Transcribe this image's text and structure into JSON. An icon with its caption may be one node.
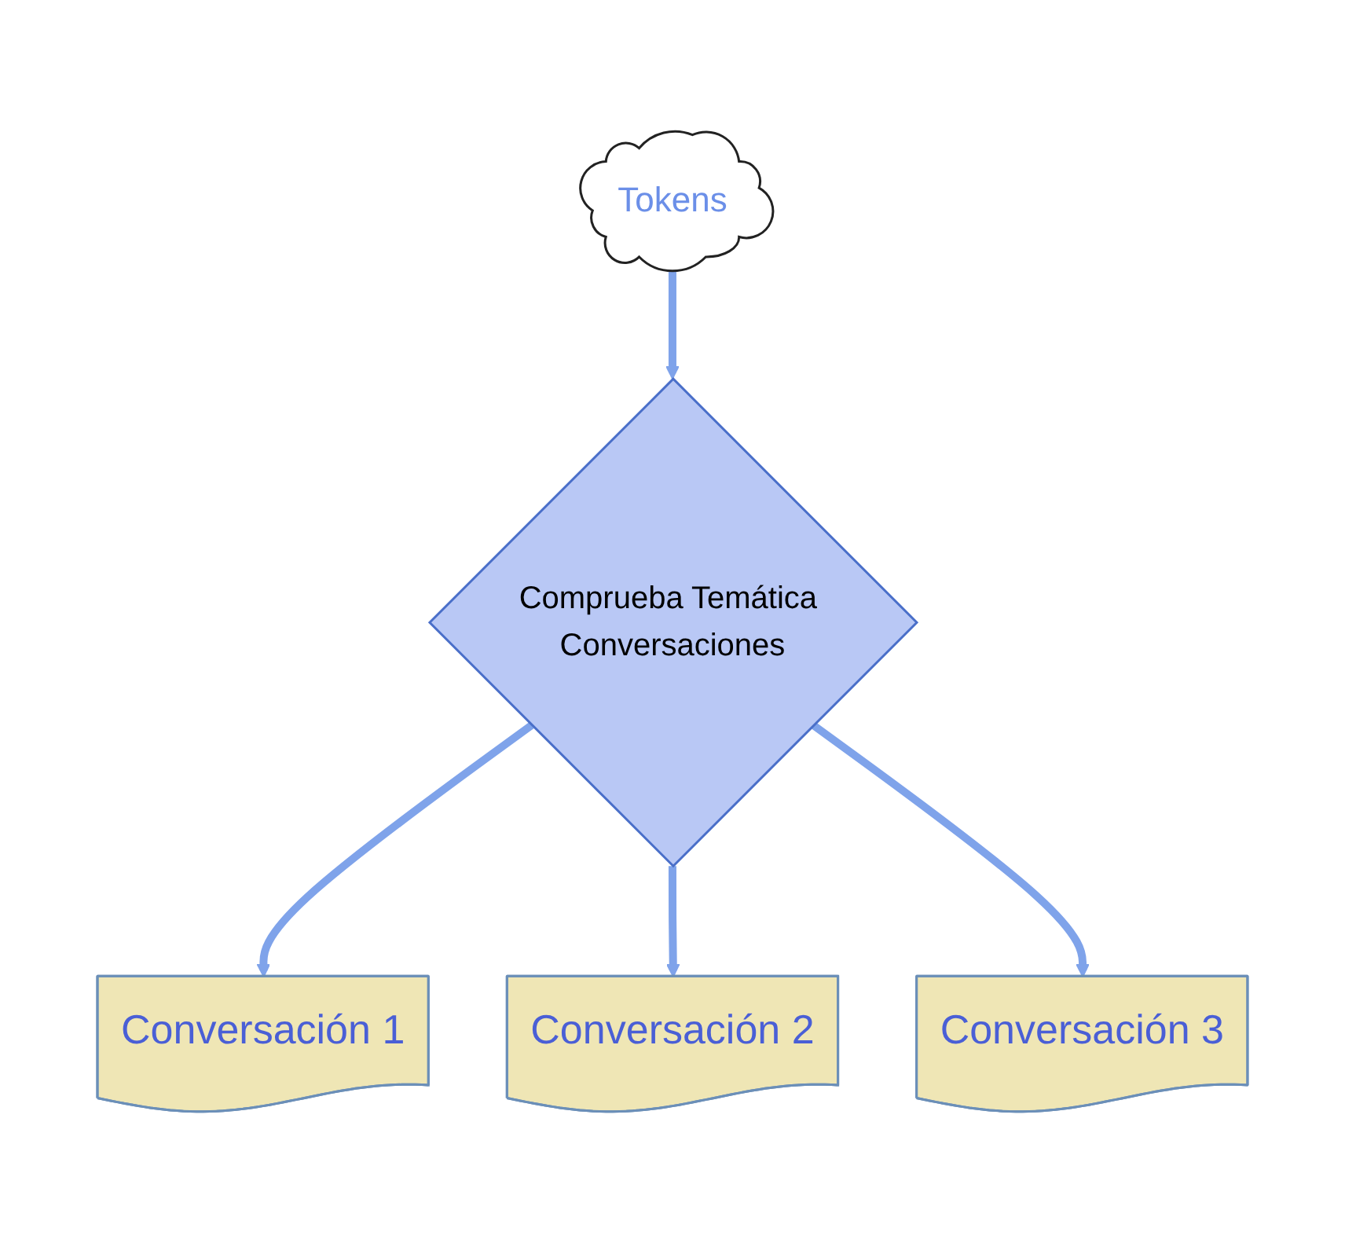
{
  "diagram": {
    "nodes": [
      {
        "text": [
          "Tokens"
        ]
      },
      {
        "text": [
          "Comprueba Temática Conversaciones"
        ]
      },
      {
        "text": [
          "Conversación 1"
        ]
      },
      {
        "text": [
          "Conversación 2"
        ]
      },
      {
        "text": [
          "Conversación 3"
        ]
      }
    ],
    "edges": [
      {
        "from": 0,
        "to": 1,
        "arrow": "to"
      },
      {
        "from": 1,
        "to": 2,
        "arrow": "to"
      },
      {
        "from": 1,
        "to": 3,
        "arrow": "to"
      },
      {
        "from": 1,
        "to": 4,
        "arrow": "to"
      }
    ]
  }
}
